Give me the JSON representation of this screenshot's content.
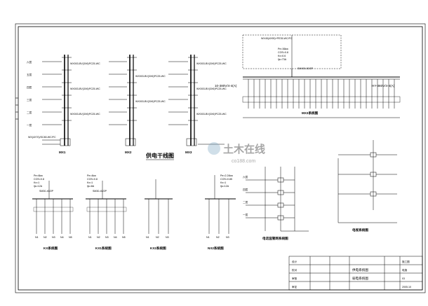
{
  "titles": {
    "riser": "供电干线图",
    "mx3_small": "MX3系统图",
    "kx": "KX系统图",
    "kx1": "KX1系统图",
    "kx2": "KX2系统图",
    "nx2": "NX2系统图",
    "phone": "电话竖管网系统图",
    "tv": "电视系统图"
  },
  "riser_labels": {
    "mx1": "MX1",
    "mx2": "MX2",
    "mx3": "MX3",
    "floor_branch": "WX003-BV(3X6)PC25-WC",
    "main_in": "WX(4X70)/SC80-WC/FC"
  },
  "floor_labels": [
    "六层",
    "五层",
    "四层",
    "三层",
    "二层",
    "一层"
  ],
  "mx3_big": {
    "feeder": "WX45(4X95)+PE35-WC/FC",
    "calc": [
      "Pe=36kw",
      "COS=0.8",
      "Kx=0.6",
      "Ijs=73A"
    ],
    "breaker": "SM400-80/3P",
    "left_tag": "10-380V/4-4(A)",
    "right_tag": "HY-380V/4-4(A)"
  },
  "small_calcs": {
    "kx": [
      "Pe=6kw",
      "COS=0.8",
      "Kx=1",
      "Ijs=12A",
      "SM30-40/2P"
    ],
    "kx1": [
      "Pe=4kw",
      "COS=0.8",
      "Kx=1",
      "Ijs=8A",
      "SM30-40/2P"
    ],
    "nx2": [
      "Pe=2.24kw",
      "COS=0.85",
      "Kx=1",
      "Ijs=12A"
    ]
  },
  "circuit_names": {
    "kx": [
      "N1",
      "N2",
      "N3",
      "N4",
      "N5"
    ],
    "kx1": [
      "N1",
      "N2",
      "N3",
      "N4",
      "N5"
    ],
    "kx2": [
      "N1",
      "N2",
      "N3"
    ],
    "nx2": [
      "N1",
      "N2",
      "N3"
    ]
  },
  "watermark": {
    "cn": "土木在线",
    "en": "co188.com"
  },
  "title_block": {
    "rows": [
      "设计",
      "校对",
      "审核",
      "审定"
    ],
    "mid": [
      "供电系统图",
      "弱电系统图"
    ],
    "right": [
      "施工图",
      "电施",
      "03",
      "2005.10"
    ]
  }
}
